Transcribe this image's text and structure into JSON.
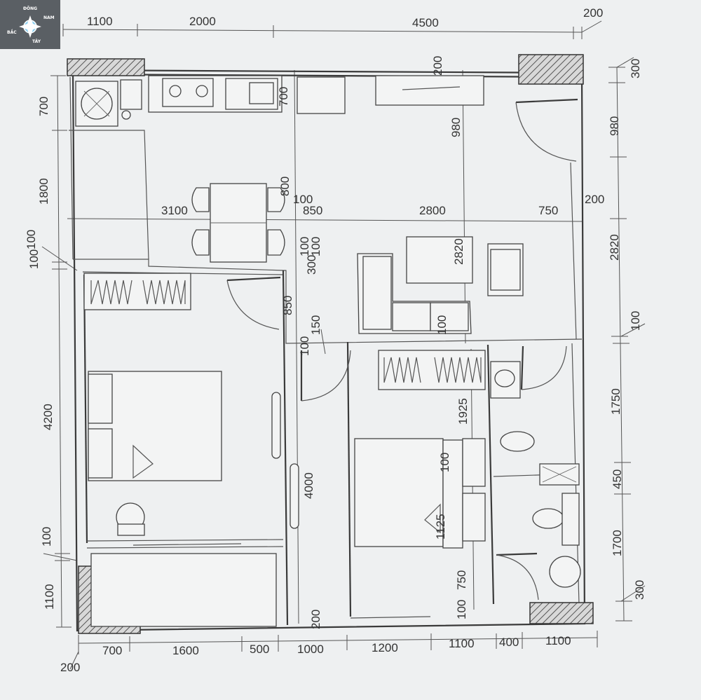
{
  "logo": {
    "words": [
      "ĐÔNG",
      "NAM",
      "BẮC",
      "TÂY"
    ]
  },
  "dimensions": {
    "top": [
      "1100",
      "2000",
      "4500",
      "200"
    ],
    "bottom": [
      "700",
      "1600",
      "500",
      "1000",
      "1200",
      "1100",
      "400",
      "1100",
      "200"
    ],
    "left": [
      "700",
      "1800",
      "100",
      "100",
      "4200",
      "100",
      "1100"
    ],
    "right": [
      "300",
      "980",
      "200",
      "2820",
      "100",
      "1750",
      "450",
      "1700",
      "300"
    ],
    "interior": [
      "200",
      "700",
      "980",
      "800",
      "100",
      "3100",
      "850",
      "2800",
      "750",
      "2820",
      "100",
      "100",
      "300",
      "850",
      "150",
      "100",
      "100",
      "1925",
      "100",
      "1125",
      "4000",
      "750",
      "100",
      "200"
    ]
  }
}
